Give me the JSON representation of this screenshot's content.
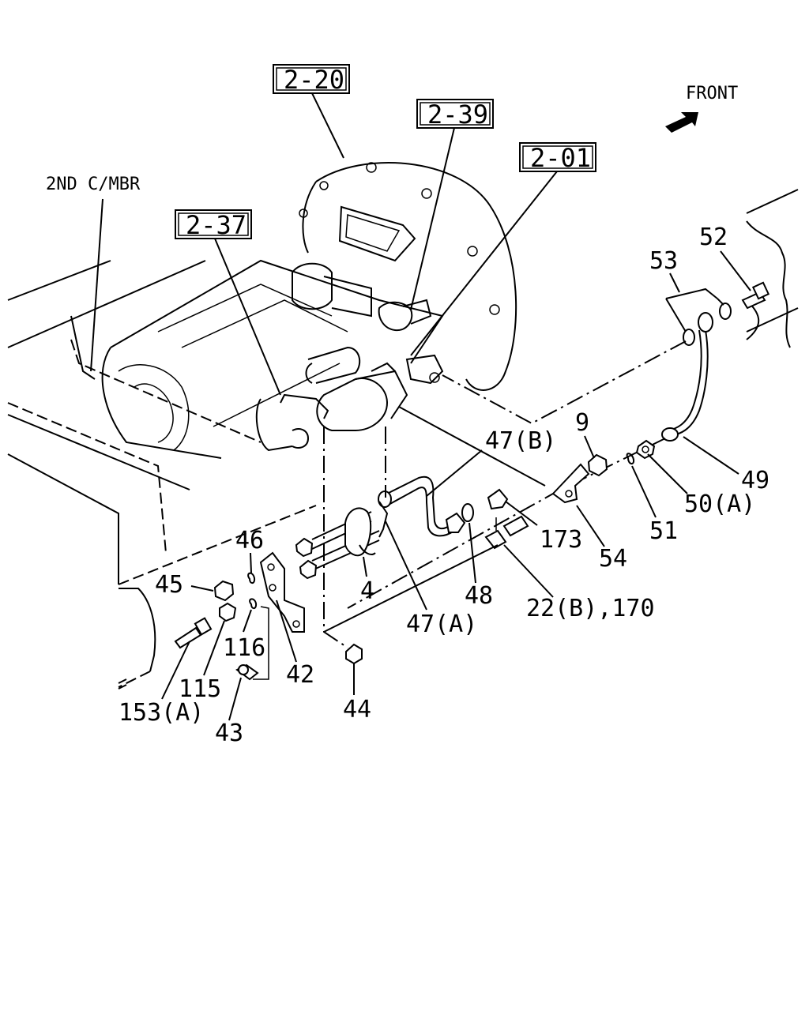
{
  "front_label": "FRONT",
  "member_label": "2ND C/MBR",
  "reference_boxes": {
    "r1": "2-20",
    "r2": "2-39",
    "r3": "2-01",
    "r4": "2-37"
  },
  "callouts": {
    "p52": "52",
    "p53": "53",
    "p9": "9",
    "p47b": "47(B)",
    "p49": "49",
    "p50a": "50(A)",
    "p51": "51",
    "p173": "173",
    "p54": "54",
    "p46": "46",
    "p45": "45",
    "p4": "4",
    "p48": "48",
    "p22b": "22(B),170",
    "p47a": "47(A)",
    "p116": "116",
    "p42": "42",
    "p115": "115",
    "p153a": "153(A)",
    "p44": "44",
    "p43": "43"
  },
  "icons": {
    "front_arrow": "front-arrow-icon"
  }
}
